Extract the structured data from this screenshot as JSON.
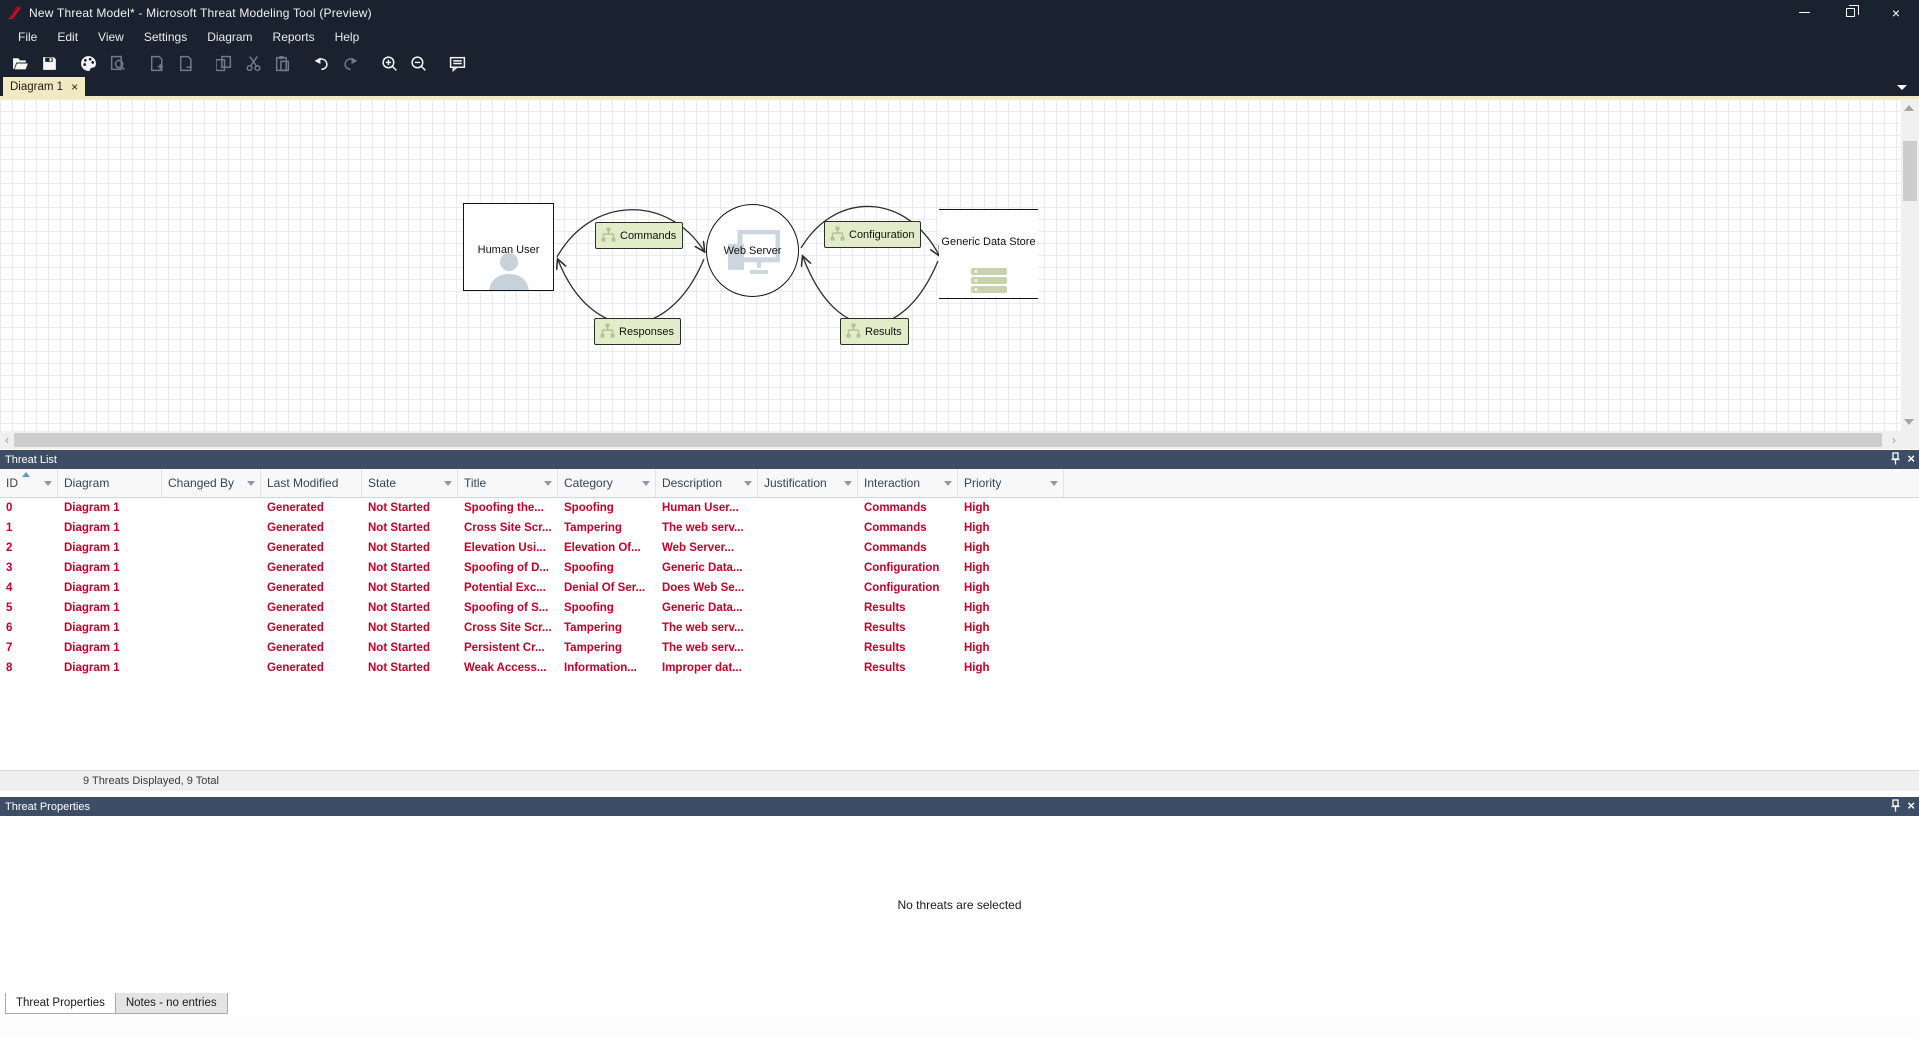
{
  "window": {
    "title": "New Threat Model* - Microsoft Threat Modeling Tool  (Preview)"
  },
  "menu": {
    "items": [
      "File",
      "Edit",
      "View",
      "Settings",
      "Diagram",
      "Reports",
      "Help"
    ]
  },
  "toolbar": {
    "icons": [
      "open-file",
      "save",
      "palette",
      "preview-report",
      "add-diagram",
      "remove-diagram",
      "copy",
      "cut",
      "paste",
      "undo",
      "redo",
      "zoom-in",
      "zoom-out",
      "feedback"
    ]
  },
  "tabs": {
    "active": "Diagram 1"
  },
  "canvas": {
    "nodes": [
      {
        "type": "external-entity",
        "label": "Human User"
      },
      {
        "type": "process",
        "label": "Web Server"
      },
      {
        "type": "data-store",
        "label": "Generic Data Store"
      }
    ],
    "flows": [
      {
        "label": "Commands"
      },
      {
        "label": "Responses"
      },
      {
        "label": "Configuration"
      },
      {
        "label": "Results"
      }
    ]
  },
  "threat_list": {
    "title": "Threat List",
    "columns": [
      {
        "label": "ID",
        "filter": true,
        "sorted": true
      },
      {
        "label": "Diagram",
        "filter": false
      },
      {
        "label": "Changed By",
        "filter": true
      },
      {
        "label": "Last Modified",
        "filter": false
      },
      {
        "label": "State",
        "filter": true
      },
      {
        "label": "Title",
        "filter": true
      },
      {
        "label": "Category",
        "filter": true
      },
      {
        "label": "Description",
        "filter": true
      },
      {
        "label": "Justification",
        "filter": true
      },
      {
        "label": "Interaction",
        "filter": true
      },
      {
        "label": "Priority",
        "filter": true
      }
    ],
    "rows": [
      [
        "0",
        "Diagram 1",
        "",
        "Generated",
        "Not Started",
        "Spoofing the...",
        "Spoofing",
        "Human User...",
        "",
        "Commands",
        "High"
      ],
      [
        "1",
        "Diagram 1",
        "",
        "Generated",
        "Not Started",
        "Cross Site Scr...",
        "Tampering",
        "The web serv...",
        "",
        "Commands",
        "High"
      ],
      [
        "2",
        "Diagram 1",
        "",
        "Generated",
        "Not Started",
        "Elevation Usi...",
        "Elevation Of...",
        "Web Server...",
        "",
        "Commands",
        "High"
      ],
      [
        "3",
        "Diagram 1",
        "",
        "Generated",
        "Not Started",
        "Spoofing of D...",
        "Spoofing",
        "Generic Data...",
        "",
        "Configuration",
        "High"
      ],
      [
        "4",
        "Diagram 1",
        "",
        "Generated",
        "Not Started",
        "Potential Exc...",
        "Denial Of Ser...",
        "Does Web Se...",
        "",
        "Configuration",
        "High"
      ],
      [
        "5",
        "Diagram 1",
        "",
        "Generated",
        "Not Started",
        "Spoofing of S...",
        "Spoofing",
        "Generic Data...",
        "",
        "Results",
        "High"
      ],
      [
        "6",
        "Diagram 1",
        "",
        "Generated",
        "Not Started",
        "Cross Site Scr...",
        "Tampering",
        "The web serv...",
        "",
        "Results",
        "High"
      ],
      [
        "7",
        "Diagram 1",
        "",
        "Generated",
        "Not Started",
        "Persistent Cr...",
        "Tampering",
        "The web serv...",
        "",
        "Results",
        "High"
      ],
      [
        "8",
        "Diagram 1",
        "",
        "Generated",
        "Not Started",
        "Weak Access...",
        "Information...",
        "Improper dat...",
        "",
        "Results",
        "High"
      ]
    ],
    "status": "9 Threats Displayed, 9 Total"
  },
  "threat_properties": {
    "title": "Threat Properties",
    "empty_message": "No threats are selected",
    "tabs": [
      "Threat Properties",
      "Notes - no entries"
    ]
  }
}
